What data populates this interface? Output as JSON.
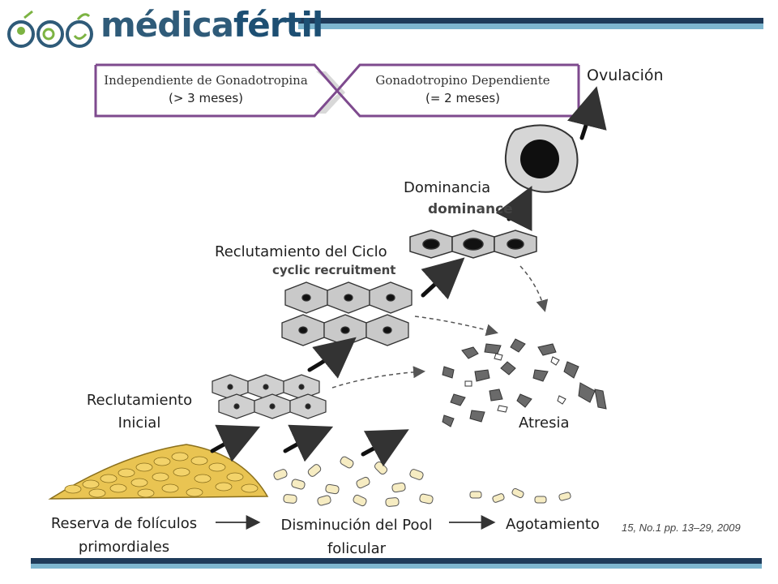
{
  "logo": {
    "prefix": "médica",
    "suffix": "fértil"
  },
  "phases": {
    "independent": {
      "title": "Independiente de Gonadotropina",
      "duration": "(> 3 meses)"
    },
    "dependent": {
      "title": "Gonadotropino Dependiente",
      "duration": "(= 2 meses)"
    }
  },
  "stages": {
    "ovulation": "Ovulación",
    "dominance": "Dominancia",
    "dominance_original": "dominance",
    "cyclic": "Reclutamiento del Ciclo",
    "cyclic_original": "cyclic recruitment",
    "initial_line1": "Reclutamiento",
    "initial_line2": "Inicial",
    "atresia": "Atresia"
  },
  "bottom": {
    "reserve_line1": "Reserva de folículos",
    "reserve_line2": "primordiales",
    "decline_line1": "Disminución del Pool",
    "decline_line2": "folicular",
    "exhaustion": "Agotamiento"
  },
  "citation": "15, No.1 pp. 13–29, 2009",
  "colors": {
    "navy": "#1f3b5a",
    "light_blue": "#7eb6cf",
    "purple": "#7e4a8e",
    "follicle_yellow": "#f3d36a",
    "follicle_pale": "#f6ecc2",
    "cell_gray": "#c9c9c9",
    "atresia_gray": "#6a6a6a"
  }
}
